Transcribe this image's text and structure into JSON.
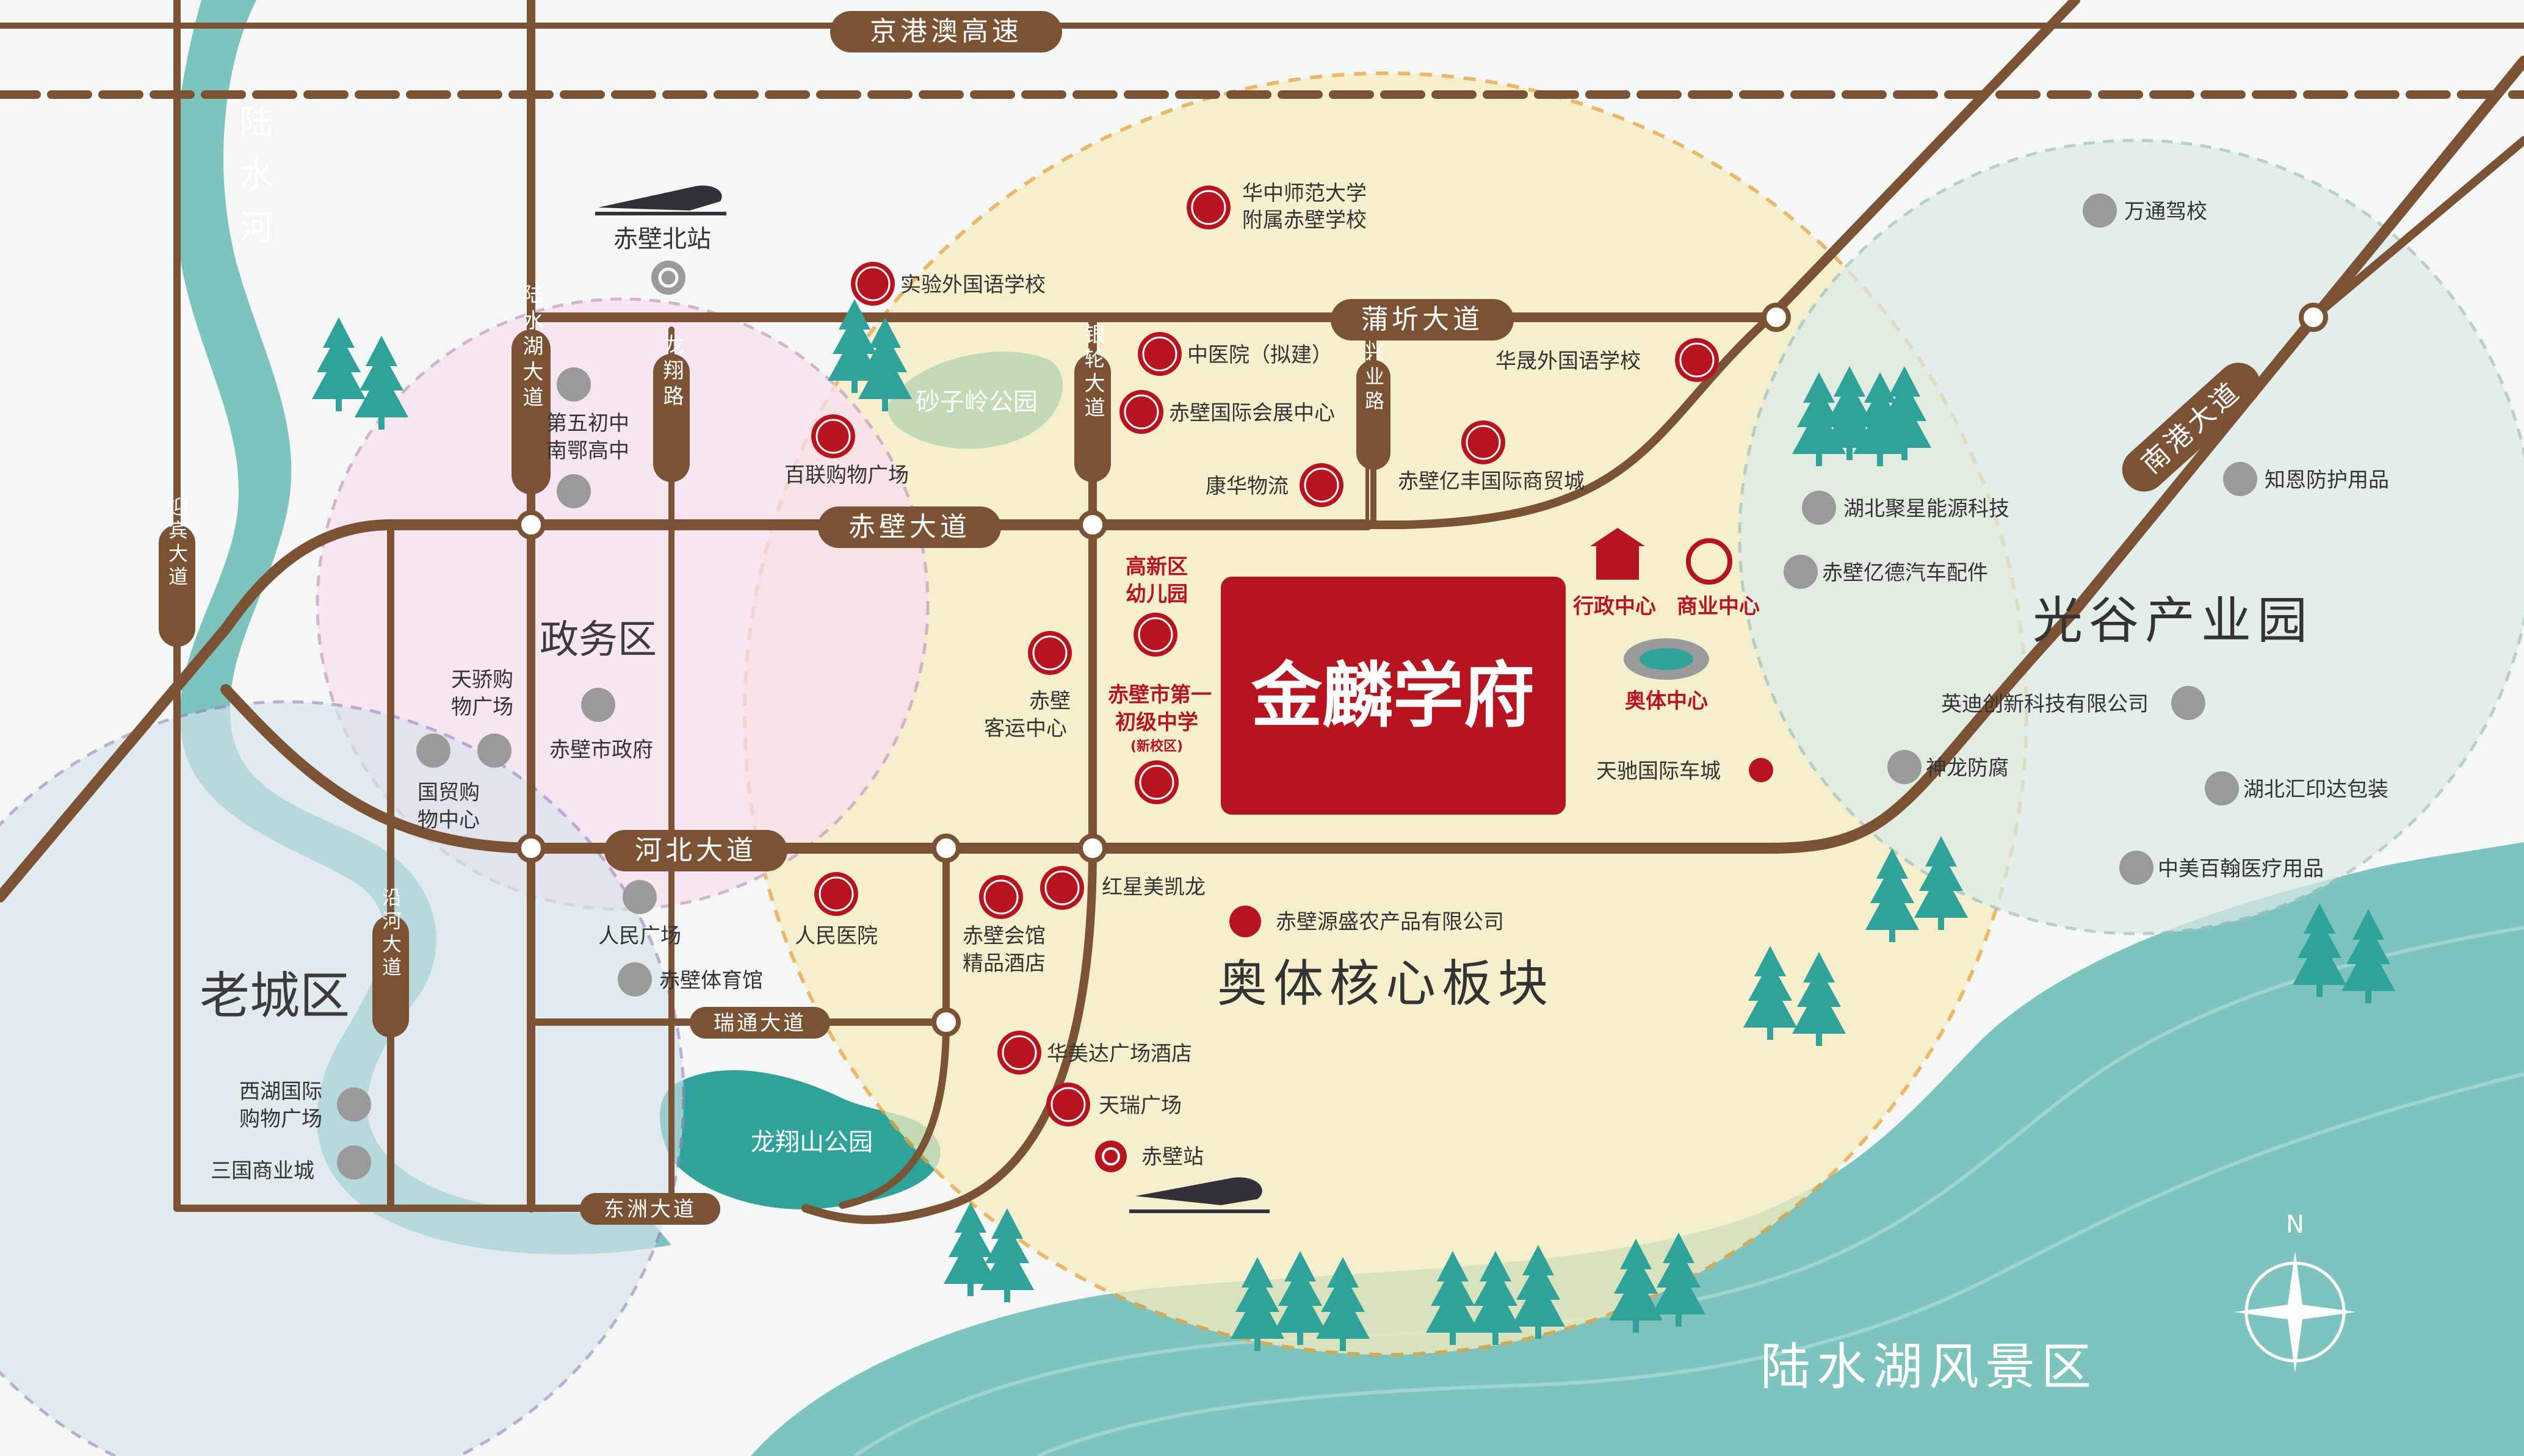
{
  "project": {
    "name": "金麟学府"
  },
  "colors": {
    "road": "#7b5233",
    "water": "#7ec4be",
    "core_zone": "#f6edc0",
    "accent_red": "#b8141f",
    "label_white": "#ffffff"
  },
  "districts": {
    "government": "政务区",
    "old_town": "老城区",
    "optics_valley": "光谷产业园",
    "olympic_core": "奥体核心板块",
    "lake_scenic": "陆水湖风景区"
  },
  "roads": {
    "expressway": "京港澳高速",
    "pugui": "蒲圻大道",
    "chibi": "赤壁大道",
    "hebei": "河北大道",
    "ruitong": "瑞通大道",
    "dongzhou": "东洲大道",
    "luhu": "陆水湖大道",
    "longxiang": "龙翔路",
    "yinlun": "银轮大道",
    "xingye": "兴业路",
    "yingbin": "迎宾大道",
    "yanhe": "沿河大道",
    "nangang": "南港大道"
  },
  "water": {
    "river": "陆水河"
  },
  "parks": {
    "shaziling": "砂子岭公园",
    "longxiangshan": "龙翔山公园"
  },
  "pois": {
    "chibi_north_station": "赤壁北站",
    "hzsd_school_line1": "华中师范大学",
    "hzsd_school_line2": "附属赤壁学校",
    "shiyan_school": "实验外国语学校",
    "wantong_driving": "万通驾校",
    "tcm_hospital": "中医院（拟建）",
    "expo_center": "赤壁国际会展中心",
    "huasheng_school": "华晟外国语学校",
    "school5_line1": "第五初中",
    "school5_line2": "南鄂高中",
    "bailian_mall": "百联购物广场",
    "kanghua_logistics": "康华物流",
    "yifeng_trade": "赤壁亿丰国际商贸城",
    "juxing_energy": "湖北聚星能源科技",
    "zhien_anticorrosion": "知恩防护用品",
    "yide_auto": "赤壁亿德汽车配件",
    "kindergarten_line1": "高新区",
    "kindergarten_line2": "幼儿园",
    "admin_center": "行政中心",
    "business_center": "商业中心",
    "sports_center": "奥体中心",
    "bus_station_line1": "赤壁",
    "bus_station_line2": "客运中心",
    "middle_school_line1": "赤壁市第一",
    "middle_school_line2": "初级中学",
    "middle_school_note": "(新校区)",
    "tianjiao_line1": "天骄购",
    "tianjiao_line2": "物广场",
    "city_government": "赤壁市政府",
    "guomao_line1": "国贸购",
    "guomao_line2": "物中心",
    "tianchi_auto": "天驰国际车城",
    "yingdi_tech": "英迪创新科技有限公司",
    "shenlong": "神龙防腐",
    "huiyinda": "湖北汇印达包装",
    "zhongmei": "中美百翰医疗用品",
    "hongxing": "红星美凯龙",
    "people_square": "人民广场",
    "people_hospital": "人民医院",
    "hotel_line1": "赤壁会馆",
    "hotel_line2": "精品酒店",
    "yuansheng": "赤壁源盛农产品有限公司",
    "stadium": "赤壁体育馆",
    "huameida_hotel": "华美达广场酒店",
    "tianrui": "天瑞广场",
    "chibi_station": "赤壁站",
    "xihu_line1": "西湖国际",
    "xihu_line2": "购物广场",
    "sanguo": "三国商业城"
  },
  "compass": {
    "north": "N"
  }
}
